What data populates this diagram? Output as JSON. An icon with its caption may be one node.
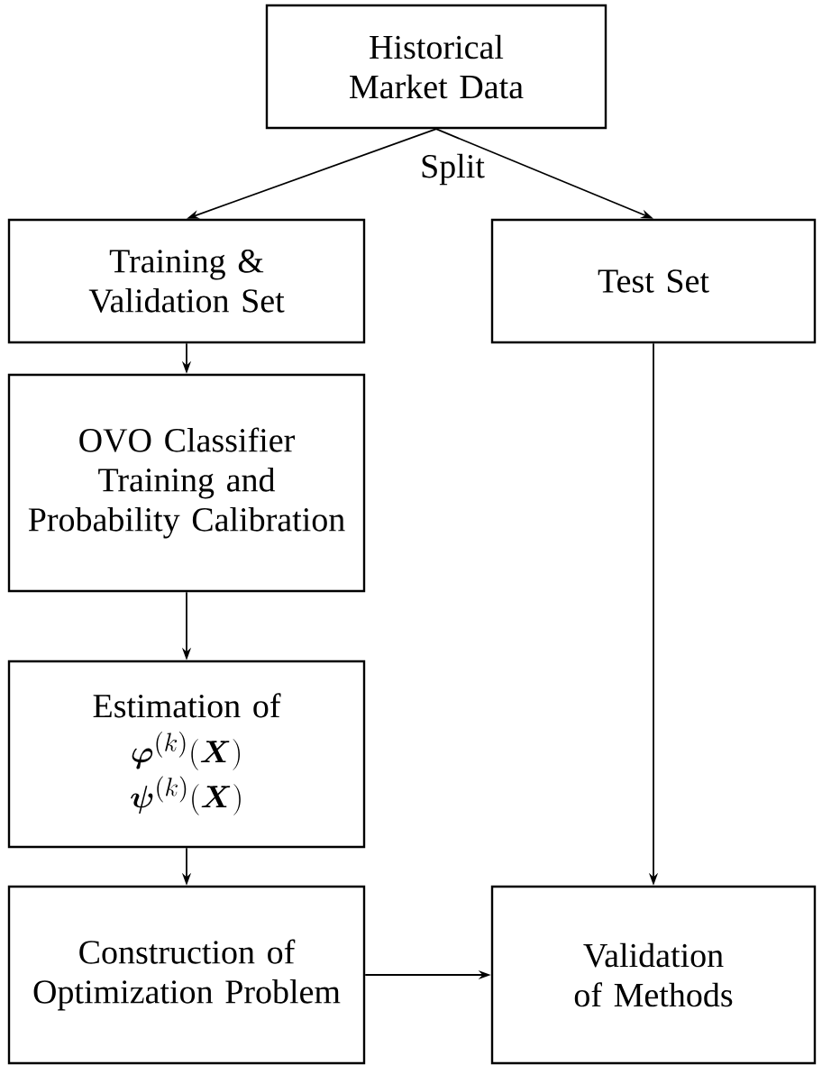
{
  "diagram": {
    "nodes": [
      {
        "text": [
          "Historical Market Data"
        ]
      },
      {
        "text": [
          "Training & Validation Set"
        ]
      },
      {
        "text": [
          "Test Set"
        ]
      },
      {
        "text": [
          "OVO Classifier Training and Probability Calibration"
        ]
      },
      {
        "text": [
          "Estimation of",
          "\\boldsymbol{\\varphi}^{(k)}(\\boldsymbol{X})",
          "\\boldsymbol{\\psi}^{(k)}(\\boldsymbol{X})"
        ]
      },
      {
        "text": [
          "Construction of Optimization Problem"
        ]
      },
      {
        "text": [
          "Validation of Methods"
        ]
      }
    ],
    "edges": [
      {
        "from": 0,
        "to": 1,
        "arrow": "to",
        "label": "Split"
      },
      {
        "from": 0,
        "to": 2,
        "arrow": "to"
      },
      {
        "from": 1,
        "to": 3,
        "arrow": "to"
      },
      {
        "from": 3,
        "to": 4,
        "arrow": "to"
      },
      {
        "from": 4,
        "to": 5,
        "arrow": "to"
      },
      {
        "from": 2,
        "to": 6,
        "arrow": "to"
      },
      {
        "from": 5,
        "to": 6,
        "arrow": "to"
      }
    ]
  }
}
